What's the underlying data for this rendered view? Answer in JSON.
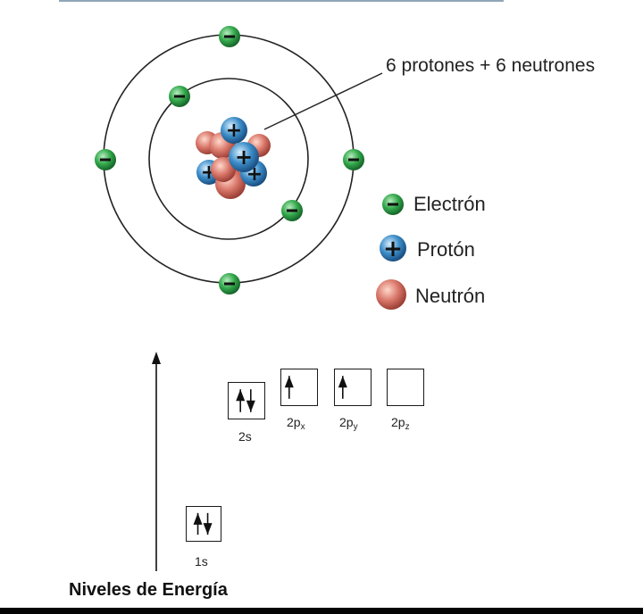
{
  "diagram": {
    "nucleus_label": "6 protones + 6 neutrones",
    "legend": {
      "electron": "Electrón",
      "proton": "Protón",
      "neutron": "Neutrón"
    },
    "electron_symbol": "−",
    "proton_symbol": "+",
    "orbitals": [
      {
        "name": "1s",
        "label_main": "1s",
        "label_sub": "",
        "electrons": "↑↓"
      },
      {
        "name": "2s",
        "label_main": "2s",
        "label_sub": "",
        "electrons": "↑↓"
      },
      {
        "name": "2px",
        "label_main": "2p",
        "label_sub": "x",
        "electrons": "↑"
      },
      {
        "name": "2py",
        "label_main": "2p",
        "label_sub": "y",
        "electrons": "↑"
      },
      {
        "name": "2pz",
        "label_main": "2p",
        "label_sub": "z",
        "electrons": ""
      }
    ],
    "axis_label": "Niveles de Energía",
    "colors": {
      "electron": "#2e9e45",
      "proton": "#3d8ec9",
      "neutron": "#d9776a",
      "orbit_line": "#222222"
    }
  }
}
